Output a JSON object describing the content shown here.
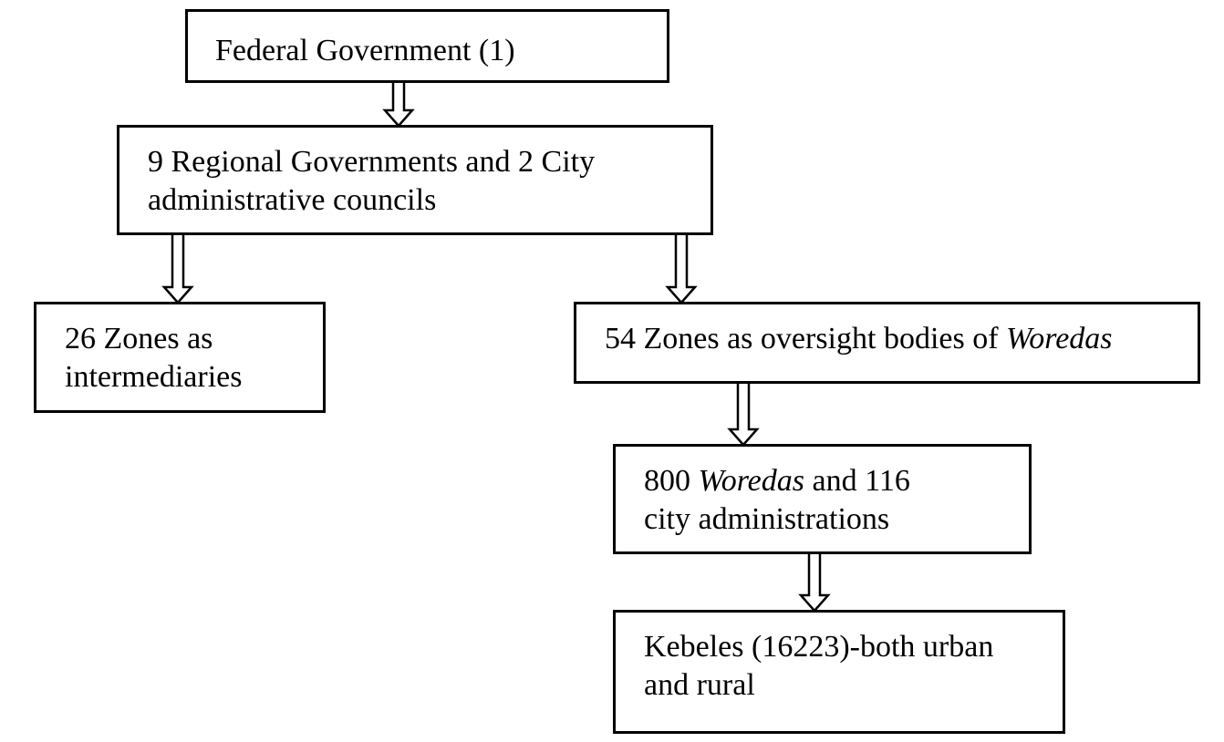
{
  "diagram": {
    "nodes": {
      "federal": {
        "line1": "Federal Government (1)"
      },
      "regional": {
        "line1": "9 Regional Governments and 2 City",
        "line2": "administrative councils"
      },
      "zones26": {
        "line1": "26 Zones as",
        "line2": "intermediaries"
      },
      "zones54": {
        "line1": "54 Zones as oversight bodies of ",
        "line1_italic": "Woredas"
      },
      "woredas": {
        "line1_prefix": "800 ",
        "line1_italic": "Woredas",
        "line1_suffix": " and 116",
        "line2": "city administrations"
      },
      "kebeles": {
        "line1": "Kebeles (16223)-both urban",
        "line2": "and rural"
      }
    },
    "edges": [
      {
        "from": "federal",
        "to": "regional",
        "style": "double-line-arrow"
      },
      {
        "from": "regional",
        "to": "zones26",
        "style": "double-line-arrow"
      },
      {
        "from": "regional",
        "to": "zones54",
        "style": "double-line-arrow"
      },
      {
        "from": "zones54",
        "to": "woredas",
        "style": "double-line-arrow"
      },
      {
        "from": "woredas",
        "to": "kebeles",
        "style": "double-line-arrow"
      }
    ]
  }
}
